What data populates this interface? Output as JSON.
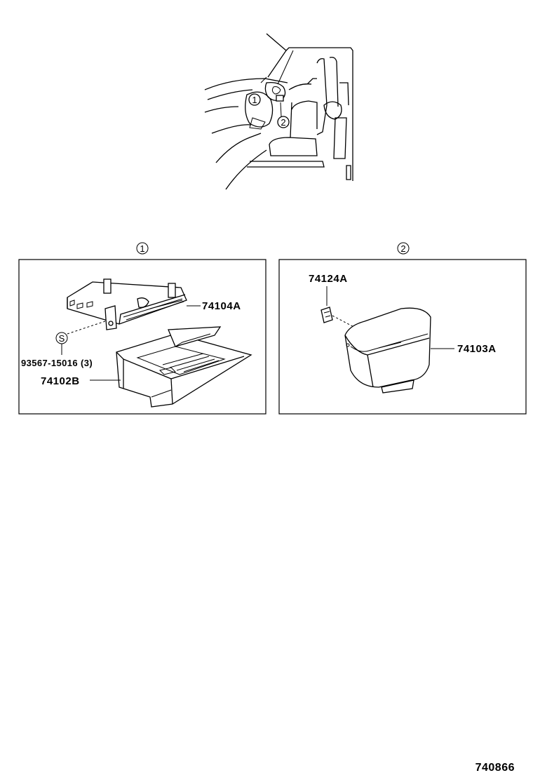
{
  "overview": {
    "callout_1": "1",
    "callout_2": "2"
  },
  "panel_1": {
    "callout": "1",
    "parts": {
      "holder": "74104A",
      "screw": "93567-15016 (3)",
      "screw_symbol": "S",
      "ashtray": "74102B"
    }
  },
  "panel_2": {
    "callout": "2",
    "parts": {
      "clip": "74124A",
      "ashtray_box": "74103A"
    }
  },
  "diagram_code": "740866"
}
